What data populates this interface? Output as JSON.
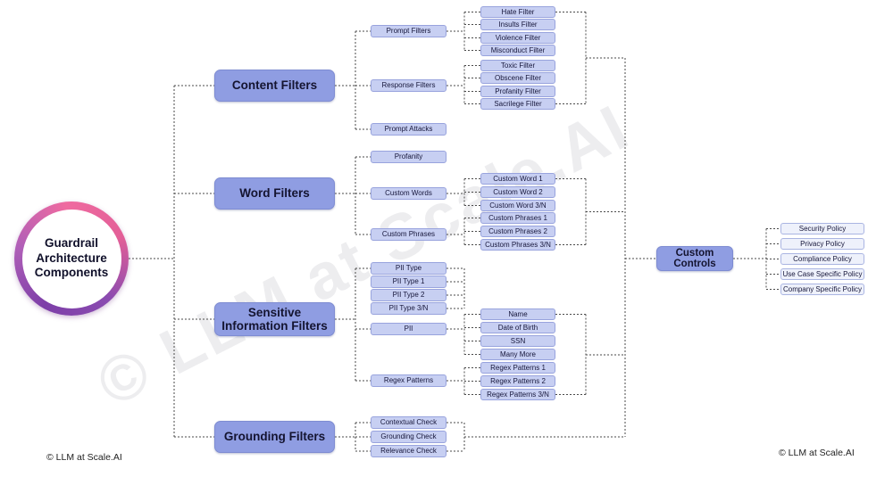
{
  "watermark": "© LLM at Scale.AI",
  "footer": {
    "left": "© LLM at Scale.AI",
    "right": "© LLM at Scale.AI"
  },
  "root": {
    "label": "Guardrail Architecture Components"
  },
  "content_filters": {
    "label": "Content Filters",
    "prompt_filters": {
      "label": "Prompt Filters",
      "children": [
        "Hate Filter",
        "Insults Filter",
        "Violence Filter",
        "Misconduct Filter"
      ]
    },
    "response_filters": {
      "label": "Response Filters",
      "children": [
        "Toxic Filter",
        "Obscene Filter",
        "Profanity Filter",
        "Sacrilege Filter"
      ]
    },
    "prompt_attacks": {
      "label": "Prompt Attacks"
    }
  },
  "word_filters": {
    "label": "Word Filters",
    "profanity": {
      "label": "Profanity"
    },
    "custom_words": {
      "label": "Custom Words",
      "children": [
        "Custom Word 1",
        "Custom Word 2",
        "Custom Word 3/N"
      ]
    },
    "custom_phrases": {
      "label": "Custom Phrases",
      "children": [
        "Custom Phrases 1",
        "Custom Phrases 2",
        "Custom Phrases 3/N"
      ]
    }
  },
  "sensitive_information_filters": {
    "label": "Sensitive Information Filters",
    "pii_types": [
      "PII Type",
      "PII Type 1",
      "PII Type 2",
      "PII Type 3/N"
    ],
    "pii": {
      "label": "PII",
      "children": [
        "Name",
        "Date of Birth",
        "SSN",
        "Many More"
      ]
    },
    "regex_patterns": {
      "label": "Regex Patterns",
      "children": [
        "Regex Patterns 1",
        "Regex Patterns 2",
        "Regex Patterns 3/N"
      ]
    }
  },
  "grounding_filters": {
    "label": "Grounding Filters",
    "checks": [
      "Contextual Check",
      "Grounding Check",
      "Relevance Check"
    ]
  },
  "custom_controls": {
    "label": "Custom Controls",
    "policies": [
      "Security Policy",
      "Privacy Policy",
      "Compliance Policy",
      "Use Case Specific Policy",
      "Company Specific Policy"
    ]
  },
  "colors": {
    "branch_fill": "#8f9de2",
    "leaf_fill": "#c7cff2",
    "policy_fill": "#eef1fb",
    "ring_purple": "#7d3fa8",
    "ring_pink": "#ef6aa0",
    "connector": "#4a4a4a"
  }
}
